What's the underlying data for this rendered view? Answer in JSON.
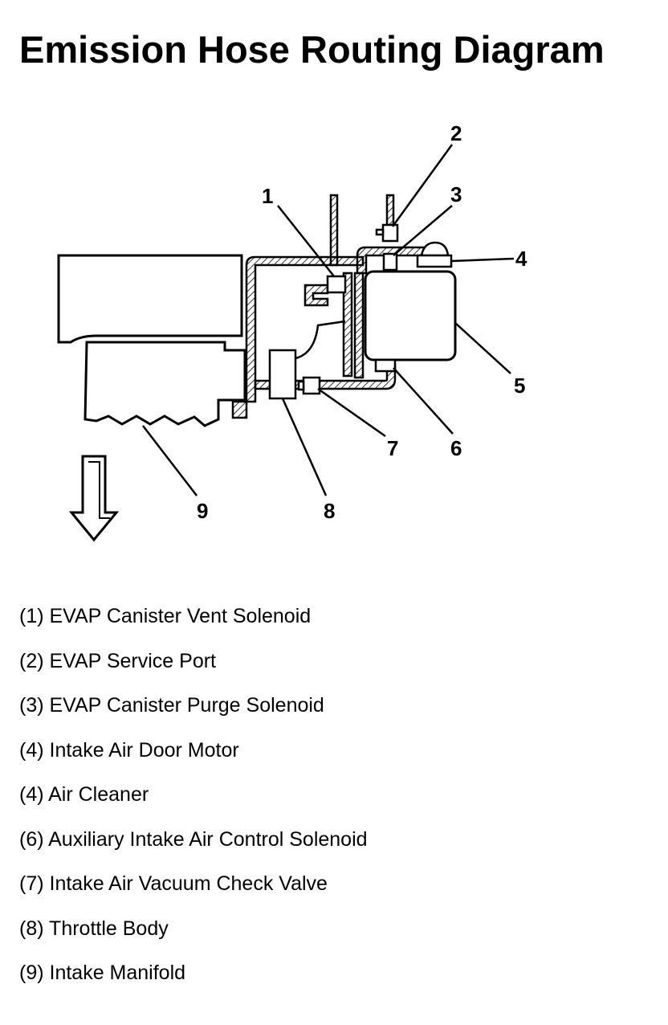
{
  "title": "Emission Hose Routing Diagram",
  "callouts": [
    "1",
    "2",
    "3",
    "4",
    "5",
    "6",
    "7",
    "8",
    "9"
  ],
  "legend": [
    "(1) EVAP Canister Vent Solenoid",
    "(2) EVAP Service Port",
    "(3) EVAP Canister Purge Solenoid",
    "(4) Intake Air Door Motor",
    "(4) Air Cleaner",
    "(6) Auxiliary Intake Air Control Solenoid",
    "(7) Intake Air Vacuum Check Valve",
    "(8) Throttle Body",
    "(9) Intake Manifold"
  ],
  "icons": {
    "front_arrow": "arrow-down-icon"
  },
  "colors": {
    "line": "#000000",
    "background": "#ffffff"
  }
}
